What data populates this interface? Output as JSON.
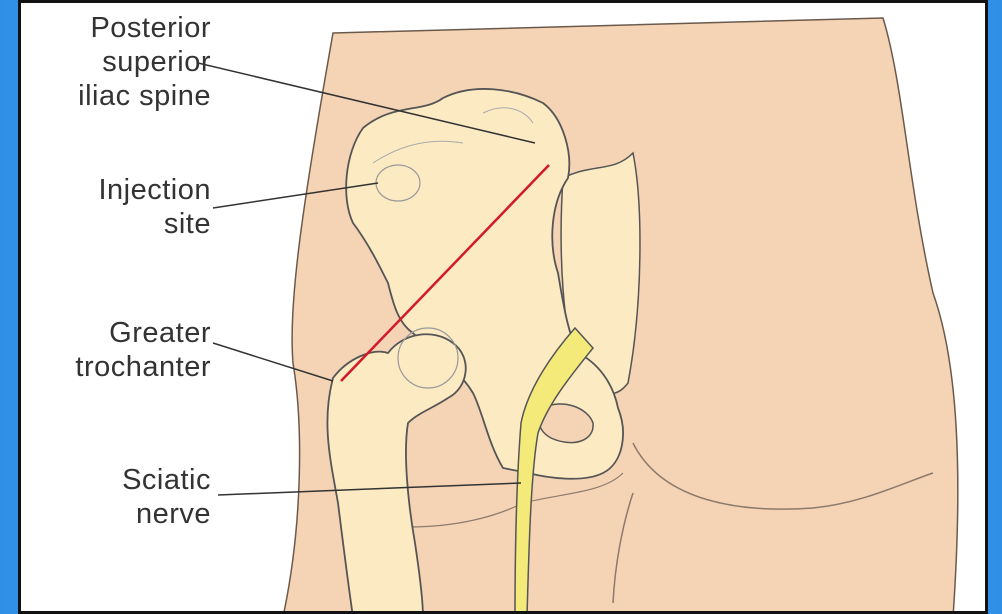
{
  "labels": {
    "psis": [
      "Posterior",
      "superior",
      "iliac spine"
    ],
    "injection": [
      "Injection",
      "site"
    ],
    "trochanter": [
      "Greater",
      "trochanter"
    ],
    "sciatic": [
      "Sciatic",
      "nerve"
    ]
  },
  "colors": {
    "skin": "#f5d4b6",
    "bone": "#fbeac2",
    "nerve": "#f3ea7a",
    "injection_line": "#d11a2a",
    "outline": "#555555",
    "background_gradient": "#3a9be8"
  }
}
